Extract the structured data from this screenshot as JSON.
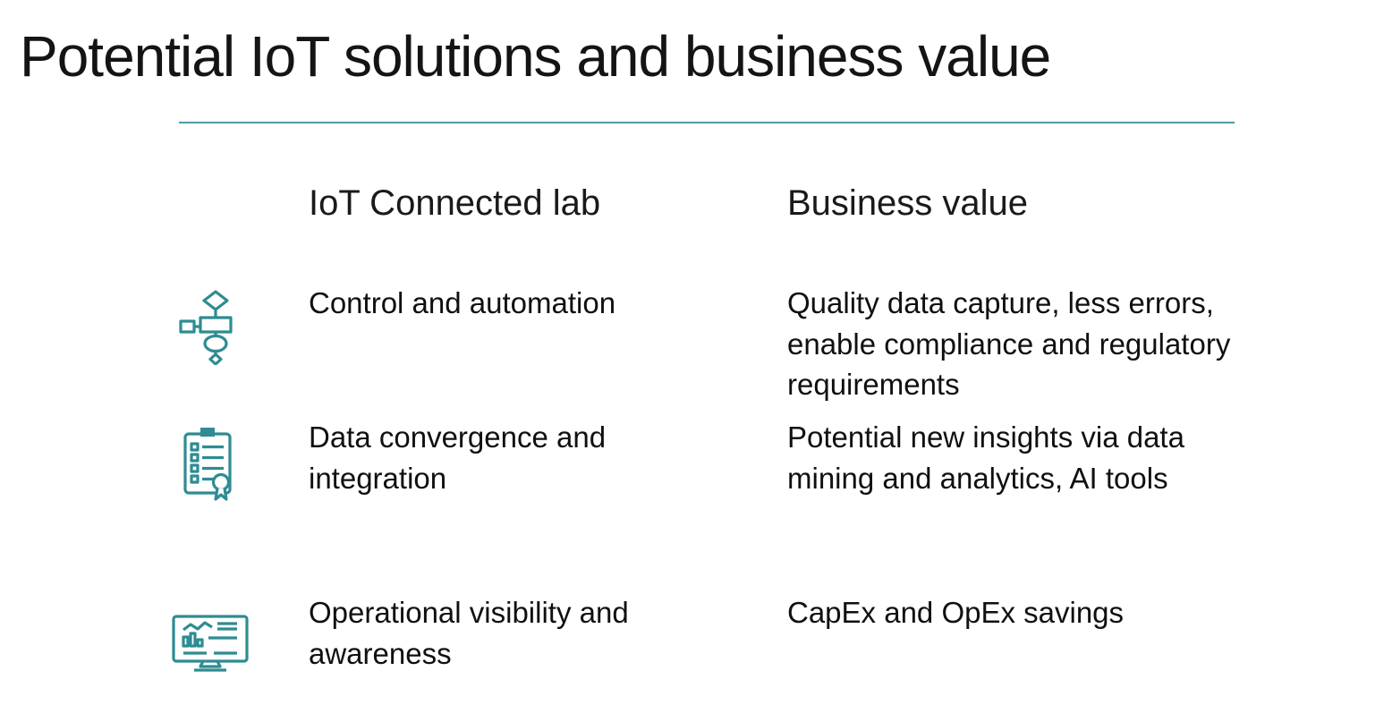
{
  "slide": {
    "title": "Potential IoT solutions and business value",
    "accent_color": "#2e8c92",
    "columns": {
      "left_header": "IoT Connected lab",
      "right_header": "Business value"
    },
    "rows": [
      {
        "icon": "flowchart-icon",
        "solution": "Control and automation",
        "value": "Quality data capture, less errors, enable compliance and regulatory requirements"
      },
      {
        "icon": "clipboard-checklist-icon",
        "solution": "Data convergence and integration",
        "value": "Potential new insights via data mining and analytics, AI tools"
      },
      {
        "icon": "dashboard-monitor-icon",
        "solution": "Operational visibility and awareness",
        "value": "CapEx and OpEx savings"
      }
    ]
  }
}
